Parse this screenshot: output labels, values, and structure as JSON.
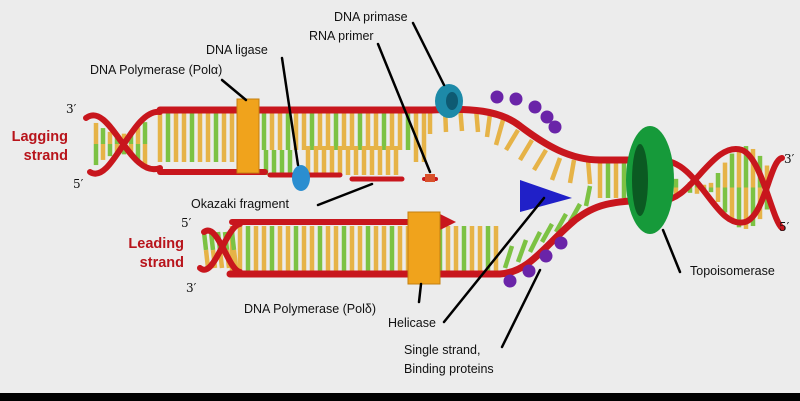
{
  "labels": {
    "dna_primase": "DNA primase",
    "rna_primer": "RNA primer",
    "dna_ligase": "DNA ligase",
    "polymerase_alpha": "DNA Polymerase (Polα)",
    "okazaki": "Okazaki fragment",
    "polymerase_delta": "DNA Polymerase (Polδ)",
    "helicase": "Helicase",
    "ssb_line1": "Single strand,",
    "ssb_line2": "Binding proteins",
    "topoisomerase": "Topoisomerase"
  },
  "strands": {
    "lagging_line1": "Lagging",
    "lagging_line2": "strand",
    "leading_line1": "Leading",
    "leading_line2": "strand"
  },
  "ends": {
    "lagging_top": "3′",
    "lagging_bottom": "5′",
    "leading_top": "5′",
    "leading_bottom": "3′",
    "right_top": "3′",
    "right_bottom": "5′"
  },
  "colors": {
    "background": "#ececec",
    "backbone": "#c8161d",
    "base_tan": "#e6b347",
    "base_green": "#7cc243",
    "polymerase": "#f0a31c",
    "primase": "#1d8aa8",
    "ligase": "#2b8ed0",
    "helicase": "#2020c8",
    "topoisomerase": "#169a3a",
    "ssb": "#6a24a8",
    "label_red": "#b8141b"
  }
}
